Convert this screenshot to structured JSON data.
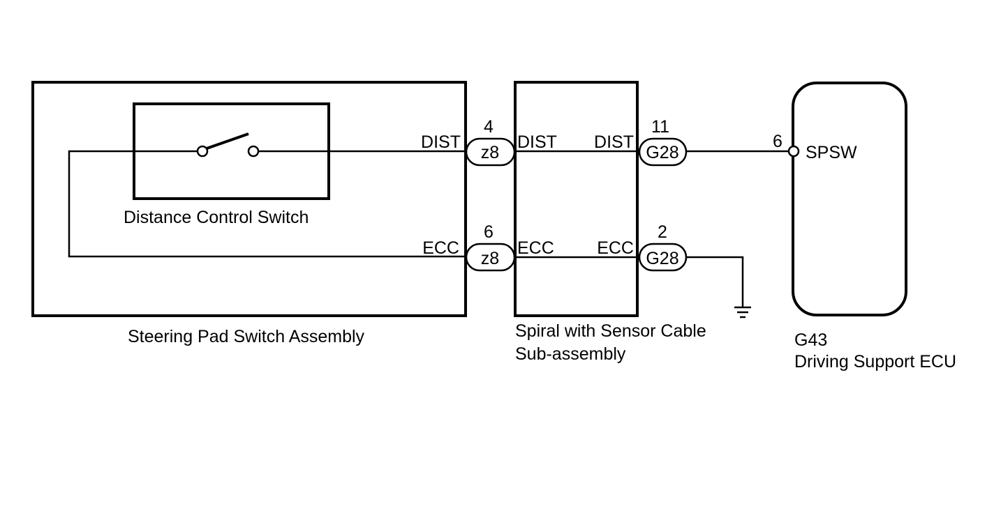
{
  "components": {
    "steering_pad": {
      "label": "Steering Pad Switch Assembly"
    },
    "distance_switch": {
      "label": "Distance Control Switch"
    },
    "spiral": {
      "label_line1": "Spiral with Sensor Cable",
      "label_line2": "Sub-assembly"
    },
    "ecu": {
      "code": "G43",
      "label": "Driving Support ECU"
    }
  },
  "connectors": {
    "z8_dist": {
      "id": "z8",
      "pin": "4"
    },
    "z8_ecc": {
      "id": "z8",
      "pin": "6"
    },
    "g28_dist": {
      "id": "G28",
      "pin": "11"
    },
    "g28_ecc": {
      "id": "G28",
      "pin": "2"
    }
  },
  "terminals": {
    "steering_dist": "DIST",
    "steering_ecc": "ECC",
    "spiral_left_dist": "DIST",
    "spiral_right_dist": "DIST",
    "spiral_left_ecc": "ECC",
    "spiral_right_ecc": "ECC",
    "ecu_pin": "6",
    "ecu_terminal": "SPSW"
  },
  "colors": {
    "line": "#000000",
    "background": "#ffffff"
  },
  "icons": {
    "ground": "ground-symbol-icon",
    "switch": "switch-icon"
  }
}
